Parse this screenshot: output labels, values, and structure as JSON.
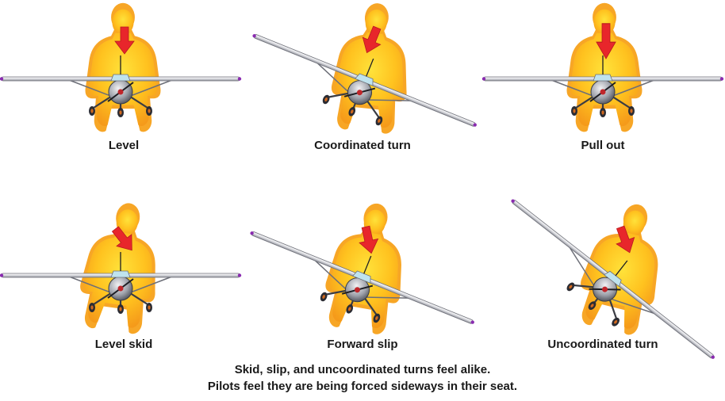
{
  "panels": [
    {
      "id": "level",
      "label": "Level"
    },
    {
      "id": "coordinated-turn",
      "label": "Coordinated turn"
    },
    {
      "id": "pull-out",
      "label": "Pull out"
    },
    {
      "id": "level-skid",
      "label": "Level skid"
    },
    {
      "id": "forward-slip",
      "label": "Forward slip"
    },
    {
      "id": "uncoordinated-turn",
      "label": "Uncoordinated turn"
    }
  ],
  "caption": {
    "line1": "Skid, slip, and uncoordinated turns feel alike.",
    "line2": "Pilots feel they are being forced sideways in their seat."
  },
  "colors": {
    "pilot_inner": "#ffd21a",
    "pilot_outer": "#f7a21b",
    "force_arrow": "#e8262b",
    "wing": "#e6e6ea",
    "wing_edge": "#6d6f78",
    "wing_tip": "#8a2bb0"
  }
}
